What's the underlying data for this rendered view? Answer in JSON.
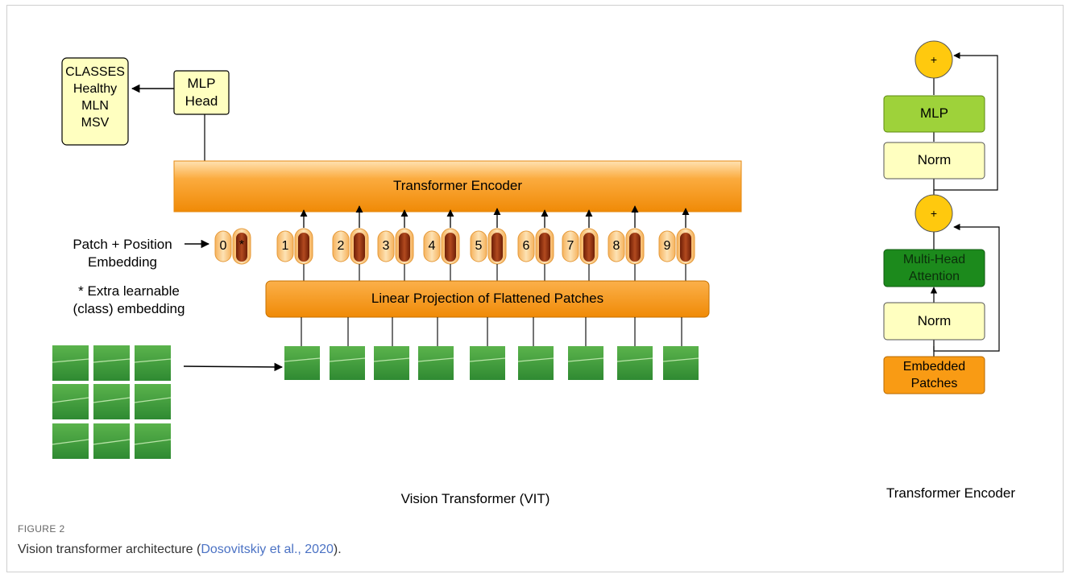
{
  "vit": {
    "classes_box": [
      "CLASSES",
      "Healthy",
      "MLN",
      "MSV"
    ],
    "mlp_head": [
      "MLP",
      "Head"
    ],
    "transformer_encoder": "Transformer Encoder",
    "patch_position_embedding": [
      "Patch + Position",
      "Embedding"
    ],
    "extra_learnable": [
      "* Extra learnable",
      "(class)  embedding"
    ],
    "class_token": "0",
    "class_token_mark": "*",
    "patch_tokens": [
      "1",
      "2",
      "3",
      "4",
      "5",
      "6",
      "7",
      "8",
      "9"
    ],
    "linear_projection": "Linear Projection of Flattened Patches",
    "title": "Vision Transformer (VIT)"
  },
  "encoder_block": {
    "add_symbol": "+",
    "mlp": "MLP",
    "norm": "Norm",
    "attention": [
      "Multi-Head",
      "Attention"
    ],
    "embedded_patches": [
      "Embedded",
      "Patches"
    ],
    "title": "Transformer Encoder"
  },
  "figure": {
    "label": "FIGURE 2",
    "caption_before": "Vision transformer architecture (",
    "citation": "Dosovitskiy et al., 2020",
    "caption_after": ")."
  },
  "colors": {
    "light_yellow": "#ffffc0",
    "orange": "#f99b14",
    "leaf_green": "#3f9a3a",
    "mlp_green": "#9ed23a",
    "attention_green": "#1c8a1c",
    "add_node": "#ffc90e",
    "token_capsule": "#8c2f10",
    "citation_link": "#4b72c4"
  }
}
